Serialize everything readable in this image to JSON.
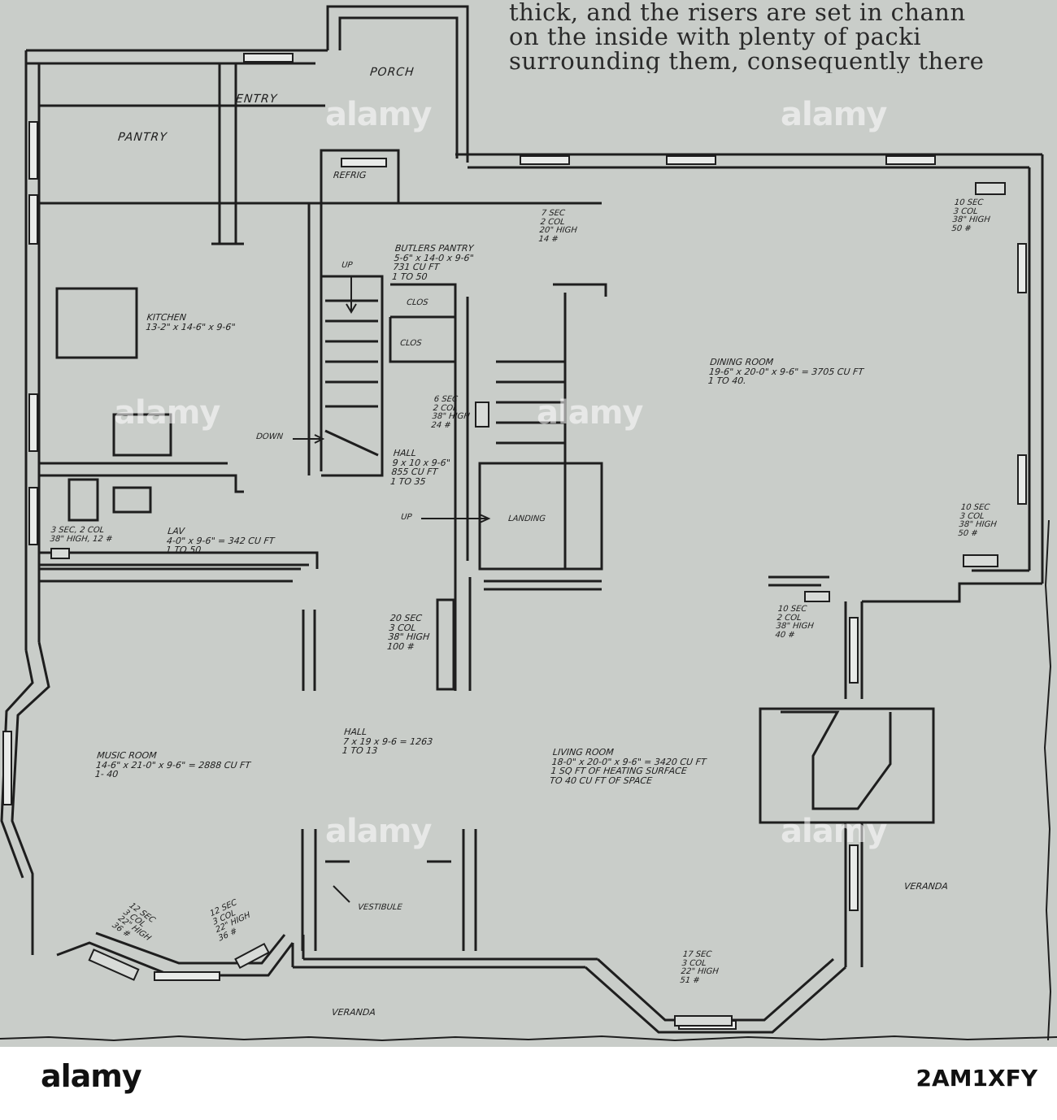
{
  "prose": {
    "lines": [
      "thick, and the risers are set in chann",
      "on the inside with plenty of packi",
      "surrounding them, consequently there"
    ]
  },
  "rooms": {
    "porch": "PORCH",
    "entry": "ENTRY",
    "pantry": "PANTRY",
    "refrig": "REFRIG",
    "butlers_pantry": {
      "name": "BUTLERS PANTRY",
      "dims": "5-6\" x 14-0 x 9-6\"",
      "volume": "731 CU FT",
      "ratio": "1 TO 50"
    },
    "kitchen": {
      "name": "KITCHEN",
      "dims": "13-2\" x 14-6\" x 9-6\""
    },
    "clos1": "CLOS",
    "clos2": "CLOS",
    "up1": "UP",
    "up2": "UP",
    "down": "DOWN",
    "dining_room": {
      "name": "DINING ROOM",
      "dims": "19-6\" x 20-0\" x 9-6\" = 3705 CU FT",
      "ratio": "1 TO 40."
    },
    "hall_upper": {
      "name": "HALL",
      "dims": "9 x 10 x 9-6\"",
      "volume": "855 CU FT",
      "ratio": "1 TO 35"
    },
    "landing": "LANDING",
    "lav": {
      "name": "LAV",
      "dims": "4-0\" x 9-6\" = 342 CU FT",
      "ratio": "1 TO 50"
    },
    "music_room": {
      "name": "MUSIC ROOM",
      "dims": "14-6\" x 21-0\" x 9-6\" = 2888 CU FT",
      "ratio": "1- 40"
    },
    "hall_lower": {
      "name": "HALL",
      "dims": "7 x 19 x 9-6 = 1263",
      "ratio": "1 TO 13"
    },
    "living_room": {
      "name": "LIVING ROOM",
      "dims": "18-0\" x 20-0\" x 9-6\" = 3420 CU FT",
      "note1": "1 SQ FT OF HEATING SURFACE",
      "note2": "TO 40 CU FT OF SPACE"
    },
    "vestibule": "VESTIBULE",
    "veranda_right": "VERANDA",
    "veranda_bottom": "VERANDA"
  },
  "radiators": {
    "r1": [
      "7 SEC",
      "2 COL",
      "20\" HIGH",
      "14 #"
    ],
    "r2": [
      "10 SEC",
      "3 COL",
      "38\" HIGH",
      "50 #"
    ],
    "r3": [
      "6 SEC",
      "2 COL",
      "38\" HIGH",
      "24 #"
    ],
    "r4": [
      "10 SEC",
      "3 COL",
      "38\" HIGH",
      "50 #"
    ],
    "r5": [
      "3 SEC, 2 COL",
      "38\" HIGH, 12 #"
    ],
    "r6": [
      "10 SEC",
      "2 COL",
      "38\" HIGH",
      "40 #"
    ],
    "r7": [
      "20 SEC",
      "3 COL",
      "38\" HIGH",
      "100 #"
    ],
    "r8": [
      "12 SEC",
      "3 COL",
      "22\" HIGH",
      "36 #"
    ],
    "r9": [
      "12 SEC",
      "3 COL",
      "22\" HIGH",
      "36 #"
    ],
    "r10": [
      "17 SEC",
      "3 COL",
      "22\" HIGH",
      "51 #"
    ]
  },
  "watermark": {
    "logo": "alamy",
    "stock_id": "2AM1XFY"
  },
  "colors": {
    "paper": "#c9cdc9",
    "ink": "#1e1e1e",
    "footer": "#ffffff"
  }
}
